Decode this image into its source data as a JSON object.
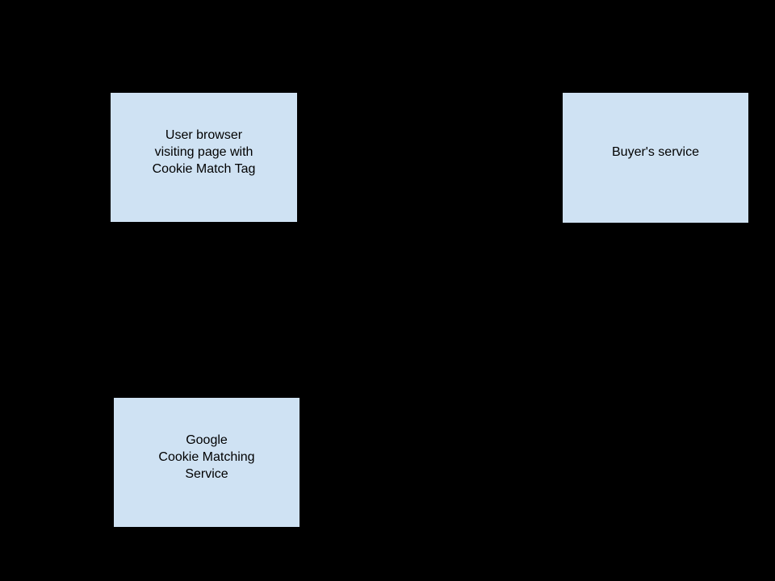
{
  "diagram": {
    "description": "Cookie matching flow diagram on black background; only the three process boxes are visible",
    "colors": {
      "background": "#000000",
      "node_fill": "#cfe2f3",
      "node_border": "#000000",
      "node_text": "#000000"
    },
    "nodes": {
      "user_browser": {
        "label": "User browser\nvisiting page with\nCookie Match Tag"
      },
      "buyers_service": {
        "label": "Buyer's service"
      },
      "google_cookie_matching_service": {
        "label": "Google\nCookie Matching\nService"
      }
    }
  }
}
